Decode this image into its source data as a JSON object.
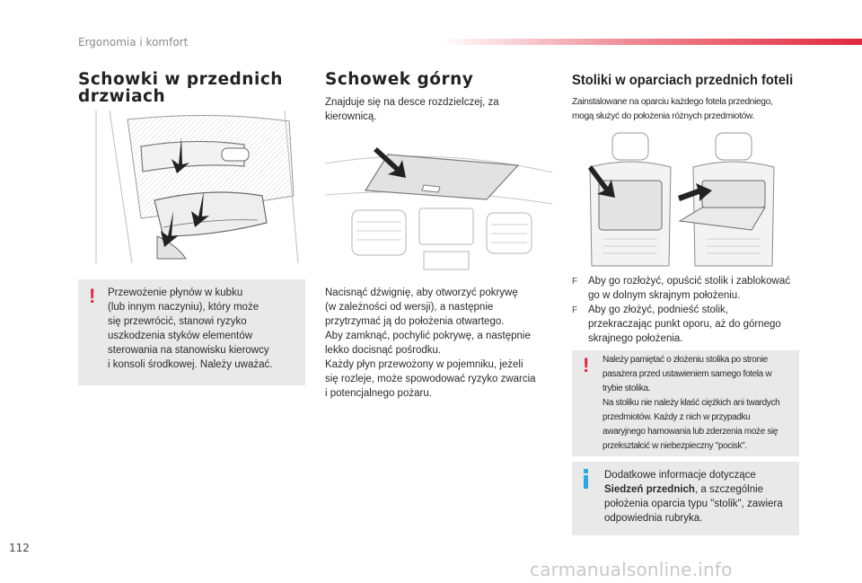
{
  "header": {
    "section": "Ergonomia i komfort"
  },
  "page_number": "112",
  "watermark": "carmanualsonline.info",
  "colors": {
    "accent_red": "#e2283c",
    "info_blue": "#29a9e0",
    "box_grey": "#e9e9e9"
  },
  "col1": {
    "title_line1": "Schowki w przednich",
    "title_line2": "drzwiach",
    "warning": {
      "icon": "exclamation-icon",
      "lines": [
        "Przewożenie płynów w kubku",
        "(lub innym naczyniu), który może",
        "się przewrócić, stanowi ryzyko",
        "uszkodzenia styków elementów",
        "sterowania na stanowisku kierowcy",
        "i konsoli środkowej. Należy uważać."
      ]
    }
  },
  "col2": {
    "title": "Schowek górny",
    "intro_lines": [
      "Znajduje się na desce rozdzielczej, za",
      "kierownicą."
    ],
    "body_lines": [
      "Nacisnąć dźwignię, aby otworzyć pokrywę",
      "(w zależności od wersji), a następnie",
      "przytrzymać ją do położenia otwartego.",
      "Aby zamknąć, pochylić pokrywę, a następnie",
      "lekko docisnąć pośrodku.",
      "Każdy płyn przewożony w pojemniku, jeżeli",
      "się rozleje, może spowodować ryzyko zwarcia",
      "i potencjalnego pożaru."
    ]
  },
  "col3": {
    "title": "Stoliki w oparciach przednich foteli",
    "intro_lines": [
      "Zainstalowane na oparciu każdego fotela przedniego,",
      "mogą służyć do położenia różnych przedmiotów."
    ],
    "bullets": [
      {
        "symbol": "F",
        "lines": [
          "Aby go rozłożyć, opuścić stolik i zablokować",
          "go w dolnym skrajnym położeniu."
        ]
      },
      {
        "symbol": "F",
        "lines": [
          "Aby go złożyć, podnieść stolik,",
          "przekraczając punkt oporu, aż do górnego",
          "skrajnego położenia."
        ]
      }
    ],
    "warning": {
      "icon": "exclamation-icon",
      "lines": [
        "Należy pamiętać o złożeniu stolika po stronie",
        "pasażera przed ustawieniem samego fotela w",
        "trybie stolika.",
        "Na stoliku nie należy kłaść ciężkich ani twardych",
        "przedmiotów. Każdy z nich w przypadku",
        "awaryjnego hamowania lub zderzenia może się",
        "przekształcić w niebezpieczny \"pocisk\"."
      ]
    },
    "info": {
      "icon": "info-icon",
      "line1": "Dodatkowe informacje dotyczące",
      "line2_bold": "Siedzeń przednich",
      "line2_rest": ", a szczególnie",
      "line3": "położenia oparcia typu \"stolik\", zawiera",
      "line4": "odpowiednia rubryka."
    }
  }
}
